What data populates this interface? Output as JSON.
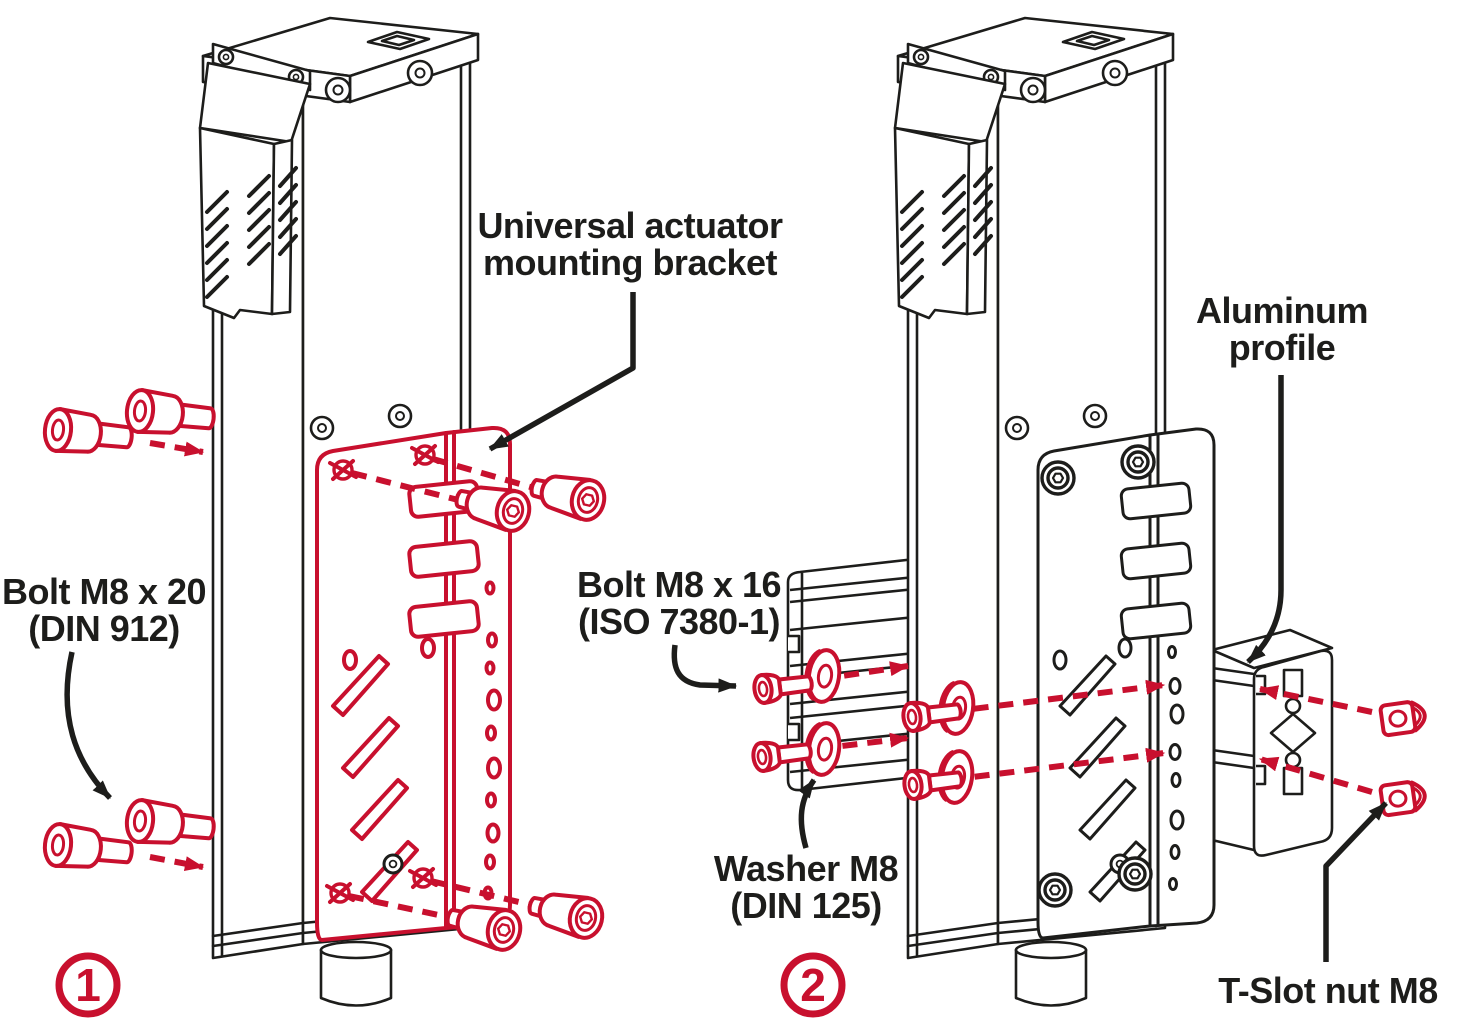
{
  "page": {
    "background": "#ffffff"
  },
  "colors": {
    "accent_red": "#c8102e",
    "line_black": "#1d1d1b"
  },
  "steps": {
    "step1": "1",
    "step2": "2"
  },
  "labels": {
    "universal_bracket": {
      "line1": "Universal actuator",
      "line2": "mounting bracket"
    },
    "bolt_m8x20": {
      "line1": "Bolt M8 x 20",
      "line2": "(DIN 912)"
    },
    "bolt_m8x16": {
      "line1": "Bolt M8 x 16",
      "line2": "(ISO 7380-1)"
    },
    "washer_m8": {
      "line1": "Washer M8",
      "line2": "(DIN 125)"
    },
    "aluminum_profile": {
      "line1": "Aluminum",
      "line2": "profile"
    },
    "tslot_nut": {
      "line1": "T-Slot nut M8"
    }
  }
}
